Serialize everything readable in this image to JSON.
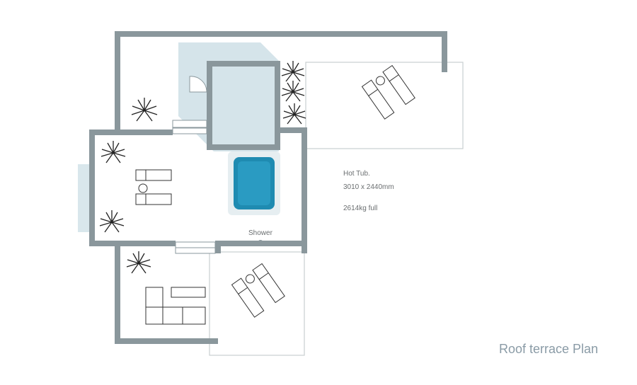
{
  "plan": {
    "title": "Roof terrace Plan",
    "hot_tub": {
      "label": "Hot Tub.",
      "dimensions": "3010 x 2440mm",
      "weight": "2614kg full"
    },
    "shower_label": "Shower"
  },
  "colors": {
    "wall": "#8a979c",
    "glass": "#cfe0e6",
    "water": "#1f8bb1",
    "rail": "#bfc6c9",
    "title": "#8a9ba6",
    "text": "#6a6e70"
  }
}
